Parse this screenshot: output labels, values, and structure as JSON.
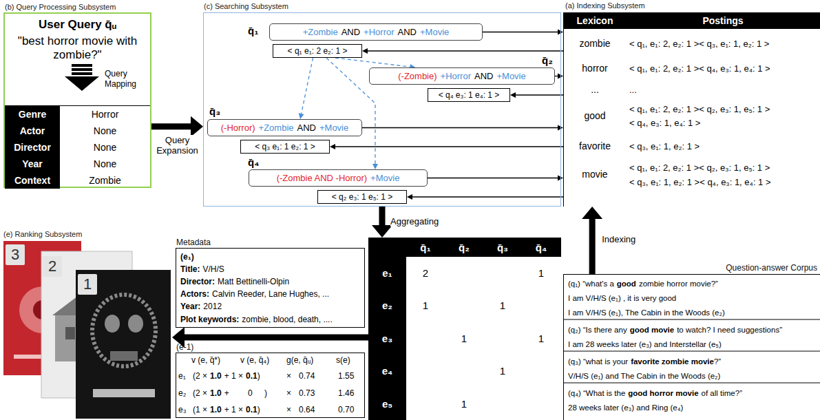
{
  "diagram": {
    "nodes": [
      {
        "text": [
          "(b) Query Processing Subsystem",
          "User Query q̄ᵤ",
          "\"best horror movie with zombie?\"",
          "Query Mapping"
        ]
      },
      {
        "text": [
          "Genre",
          "Horror",
          "Actor",
          "None",
          "Director",
          "None",
          "Year",
          "None",
          "Context",
          "Zombie"
        ],
        "in": 0
      },
      {
        "text": [
          "(c) Searching Subsystem"
        ]
      },
      {
        "text": [
          "q̄₁",
          "+Zombie",
          "AND",
          "+Horror",
          "AND",
          "+Movie"
        ],
        "in": 2
      },
      {
        "text": [
          "< q₁ e₁: 2 e₂: 1 >"
        ],
        "in": 2
      },
      {
        "text": [
          "q̄₂",
          "(-Zombie)",
          "+Horror",
          "AND",
          "+Movie"
        ],
        "in": 2
      },
      {
        "text": [
          "< q₄ e₃: 1 e₄: 1 >"
        ],
        "in": 2
      },
      {
        "text": [
          "q̄₃",
          "(-Horror)",
          "+Zombie",
          "AND",
          "+Movie"
        ],
        "in": 2
      },
      {
        "text": [
          "< q₃ e₁: 1 e₂: 1 >"
        ],
        "in": 2
      },
      {
        "text": [
          "q̄₄",
          "(-Zombie AND -Horror)",
          "+Movie"
        ],
        "in": 2
      },
      {
        "text": [
          "< q₂ e₃: 1 e₅: 1 >"
        ],
        "in": 2
      },
      {
        "text": [
          "(a) Indexing Subsystem",
          "Lexicon",
          "Postings",
          "zombie",
          "< q₁, e₁: 2, e₂: 1 >< q₃, e₁: 1, e₂: 1 >",
          "horror",
          "< q₁, e₁: 2, e₂: 1 >< q₄, e₃: 1, e₄: 1 >",
          "...",
          "...",
          "good",
          "< q₁, e₁: 2, e₂: 1 >< q₂, e₃: 1, e₅: 1 >",
          "< q₄, e₃: 1, e₄: 1 >",
          "favorite",
          "< q₃, e₁: 1, e₂: 1 >",
          "movie",
          "< q₁, e₁: 2, e₂: 1 >< q₂, e₃: 1, e₅: 1 >",
          "< q₃, e₁: 1, e₂: 1 >< q₄, e₃: 1, e₄: 1 >"
        ]
      },
      {
        "text": [
          "Question-answer Corpus",
          "(q₁) “what's a",
          "good",
          "zombie horror movie?”",
          "I am V/H/S (e₁) , it is very good",
          "I am V/H/S (e₁), The Cabin in the Woods (e₂)",
          "(q₂) “Is there any",
          "good movie",
          "to watch? I need suggestions”",
          "I am 28 weeks later (e₃) and Interstellar (e₅)",
          "(q₃) “what is your",
          "favorite zombie movie",
          "?”",
          "V/H/S (e₁) and The Cabin in the Woods (e₂)",
          "(q₄) “What is the",
          "good horror movie",
          "of all time?”",
          "28 weeks later (e₃) and Ring (e₄)"
        ]
      },
      {
        "text": [
          "q̄₁",
          "q̄₂",
          "q̄₃",
          "q̄₄",
          "e₁",
          "2",
          "1",
          "e₂",
          "1",
          "1",
          "e₃",
          "1",
          "1",
          "e₄",
          "1",
          "e₅",
          "1"
        ]
      },
      {
        "text": [
          "(e) Ranking Subsystem",
          "3",
          "2",
          "1"
        ]
      },
      {
        "text": [
          "Metadata",
          "(e₁)",
          "Title:",
          "V/H/S",
          "Director:",
          "Matt Bettinelli-Olpin",
          "Actors:",
          "Calvin Reeder, Lane Hughes, ...",
          "Year:",
          "2012",
          "Plot keywords:",
          "zombie, blood, death, ...."
        ]
      },
      {
        "text": [
          "(e-1)",
          "v (e, q̄*)",
          "v (e, q̄₄)",
          "g(e, q̄ᵤ)",
          "s(e)",
          "e₁",
          "(2 ×",
          "1.0",
          "+ 1 ×",
          "0.1",
          ")",
          "×",
          "0.74",
          "1.55",
          "e₂",
          "(2 ×",
          "1.0",
          "+",
          "0",
          ")",
          "×",
          "0.73",
          "1.46",
          "e₃",
          "(1 ×",
          "1.0",
          "+ 1 ×",
          "0.1",
          ")",
          "×",
          "0.64",
          "0.70"
        ]
      }
    ],
    "edges": [
      {
        "from": 0,
        "to": 2,
        "arrow": "to",
        "label": "Query Expansion"
      },
      {
        "from": 3,
        "to": 11,
        "arrow": "to"
      },
      {
        "from": 11,
        "to": 4,
        "arrow": "to"
      },
      {
        "from": 5,
        "to": 11,
        "arrow": "to"
      },
      {
        "from": 11,
        "to": 6,
        "arrow": "to"
      },
      {
        "from": 7,
        "to": 11,
        "arrow": "to"
      },
      {
        "from": 11,
        "to": 8,
        "arrow": "to"
      },
      {
        "from": 9,
        "to": 11,
        "arrow": "to"
      },
      {
        "from": 11,
        "to": 10,
        "arrow": "to"
      },
      {
        "from": 4,
        "to": 5,
        "arrow": "to"
      },
      {
        "from": 4,
        "to": 7,
        "arrow": "to"
      },
      {
        "from": 4,
        "to": 9,
        "arrow": "to"
      },
      {
        "from": 2,
        "to": 13,
        "arrow": "to",
        "label": "Aggregating"
      },
      {
        "from": 12,
        "to": 11,
        "arrow": "to",
        "label": "Indexing"
      },
      {
        "from": 13,
        "to": 14,
        "arrow": "to"
      }
    ]
  }
}
